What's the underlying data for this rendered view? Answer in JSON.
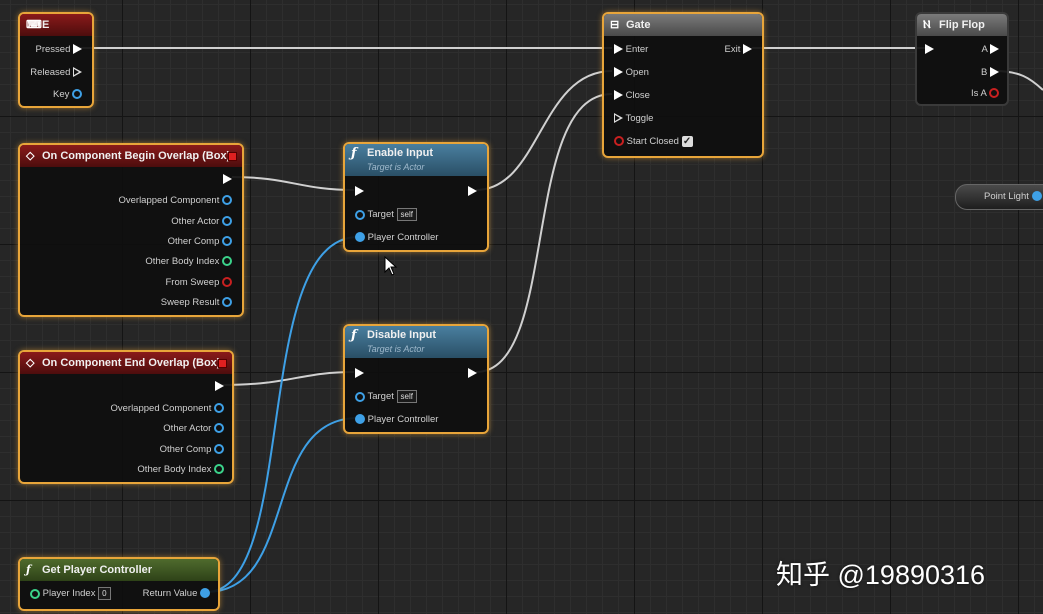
{
  "nodes": {
    "e_key": {
      "title": "E",
      "pressed": "Pressed",
      "released": "Released",
      "key": "Key"
    },
    "gate": {
      "title": "Gate",
      "enter": "Enter",
      "exit": "Exit",
      "open": "Open",
      "close": "Close",
      "toggle": "Toggle",
      "start_closed": "Start Closed"
    },
    "flip_flop": {
      "title": "Flip Flop",
      "a": "A",
      "b": "B",
      "is_a": "Is A"
    },
    "point_light": {
      "label": "Point Light"
    },
    "begin_overlap": {
      "title": "On Component Begin Overlap (Box)",
      "pins": [
        "Overlapped Component",
        "Other Actor",
        "Other Comp",
        "Other Body Index",
        "From Sweep",
        "Sweep Result"
      ]
    },
    "end_overlap": {
      "title": "On Component End Overlap (Box)",
      "pins": [
        "Overlapped Component",
        "Other Actor",
        "Other Comp",
        "Other Body Index"
      ]
    },
    "enable_input": {
      "title": "Enable Input",
      "subtitle": "Target is Actor",
      "target": "Target",
      "target_value": "self",
      "player_controller": "Player Controller"
    },
    "disable_input": {
      "title": "Disable Input",
      "subtitle": "Target is Actor",
      "target": "Target",
      "target_value": "self",
      "player_controller": "Player Controller"
    },
    "get_player_controller": {
      "title": "Get Player Controller",
      "player_index": "Player Index",
      "player_index_value": "0",
      "return_value": "Return Value"
    }
  },
  "watermark": "知乎 @19890316",
  "colors": {
    "exec_wire": "#d0d0d0",
    "object_wire": "#3ea0e6",
    "selection": "#e8a53a"
  }
}
